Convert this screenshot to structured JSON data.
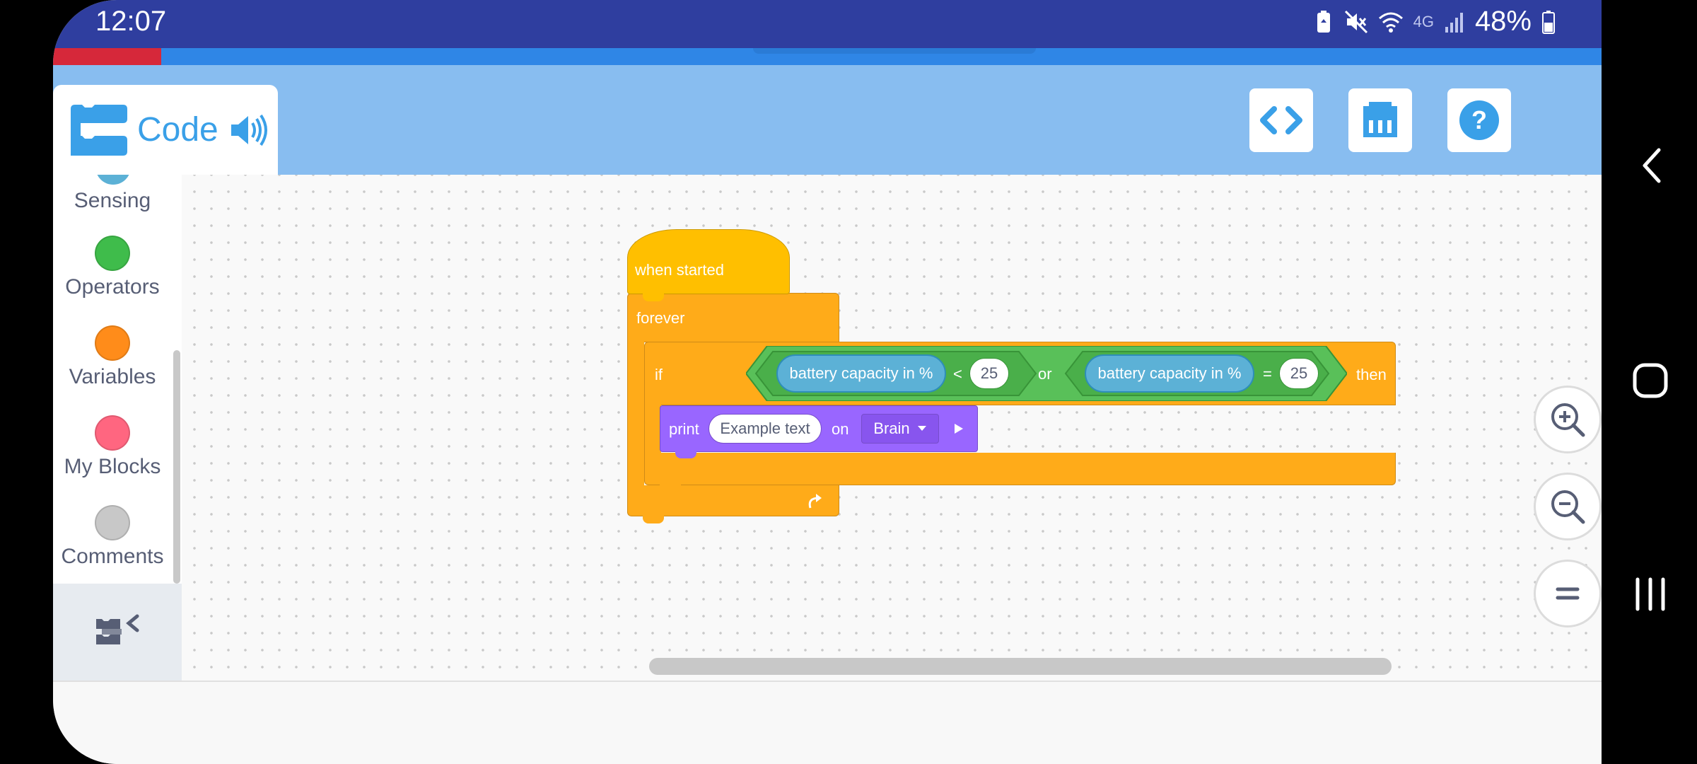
{
  "status_bar": {
    "time": "12:07",
    "network": "4G",
    "battery_percent": "48%",
    "icons": [
      "battery-saver-icon",
      "mute-icon",
      "wifi-icon",
      "signal-icon",
      "battery-icon"
    ]
  },
  "progress": {
    "fraction": 0.07,
    "color": "#d6283a"
  },
  "header": {
    "tab_label": "Code",
    "buttons": [
      "code-view-icon",
      "device-icon",
      "help-icon"
    ]
  },
  "sidebar": {
    "categories": [
      {
        "label": "Sensing",
        "color": "#5cb1d6"
      },
      {
        "label": "Operators",
        "color": "#3fbc4b"
      },
      {
        "label": "Variables",
        "color": "#ff8c1a"
      },
      {
        "label": "My Blocks",
        "color": "#ff6680"
      },
      {
        "label": "Comments",
        "color": "#c8c8c8"
      }
    ]
  },
  "script": {
    "hat": "when started",
    "forever": "forever",
    "if_label": "if",
    "then_label": "then",
    "cond_left_reporter": "battery capacity in %",
    "cond_left_op": "<",
    "cond_left_value": "25",
    "or_label": "or",
    "cond_right_reporter": "battery capacity in %",
    "cond_right_op": "=",
    "cond_right_value": "25",
    "print_label": "print",
    "print_text": "Example text",
    "on_label": "on",
    "target": "Brain"
  },
  "zoom_controls": [
    "zoom-in-icon",
    "zoom-out-icon",
    "zoom-reset-icon"
  ],
  "colors": {
    "events": "#ffbf00",
    "control": "#ffab19",
    "operators": "#59c059",
    "sensing": "#5cb1d6",
    "looks": "#9966ff"
  }
}
